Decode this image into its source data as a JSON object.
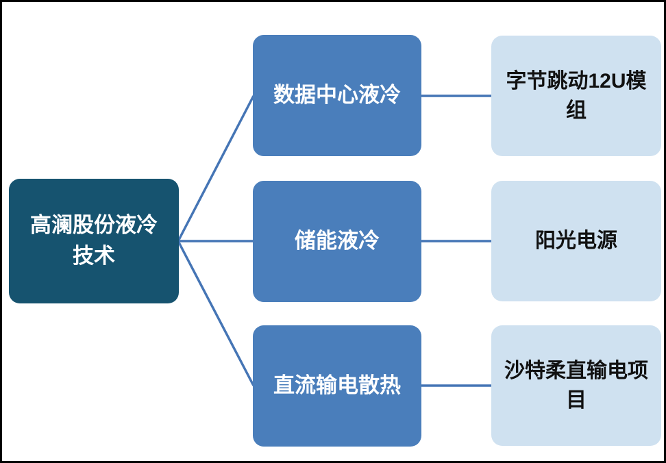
{
  "diagram": {
    "type": "tree",
    "root": {
      "label": "高澜股份液冷\n技术"
    },
    "branches": [
      {
        "category": "数据中心液冷",
        "example": "字节跳动12U模\n组"
      },
      {
        "category": "储能液冷",
        "example": "阳光电源"
      },
      {
        "category": "直流输电散热",
        "example": "沙特柔直输电项\n目"
      }
    ],
    "colors": {
      "root_box": "#16536F",
      "category_box": "#4A7EBB",
      "example_box": "#CFE1F0",
      "connector": "#4575B5",
      "root_text": "#FFFFFF",
      "category_text": "#FFFFFF",
      "example_text": "#111111",
      "frame_border": "#000000",
      "background": "#FFFFFF"
    }
  }
}
